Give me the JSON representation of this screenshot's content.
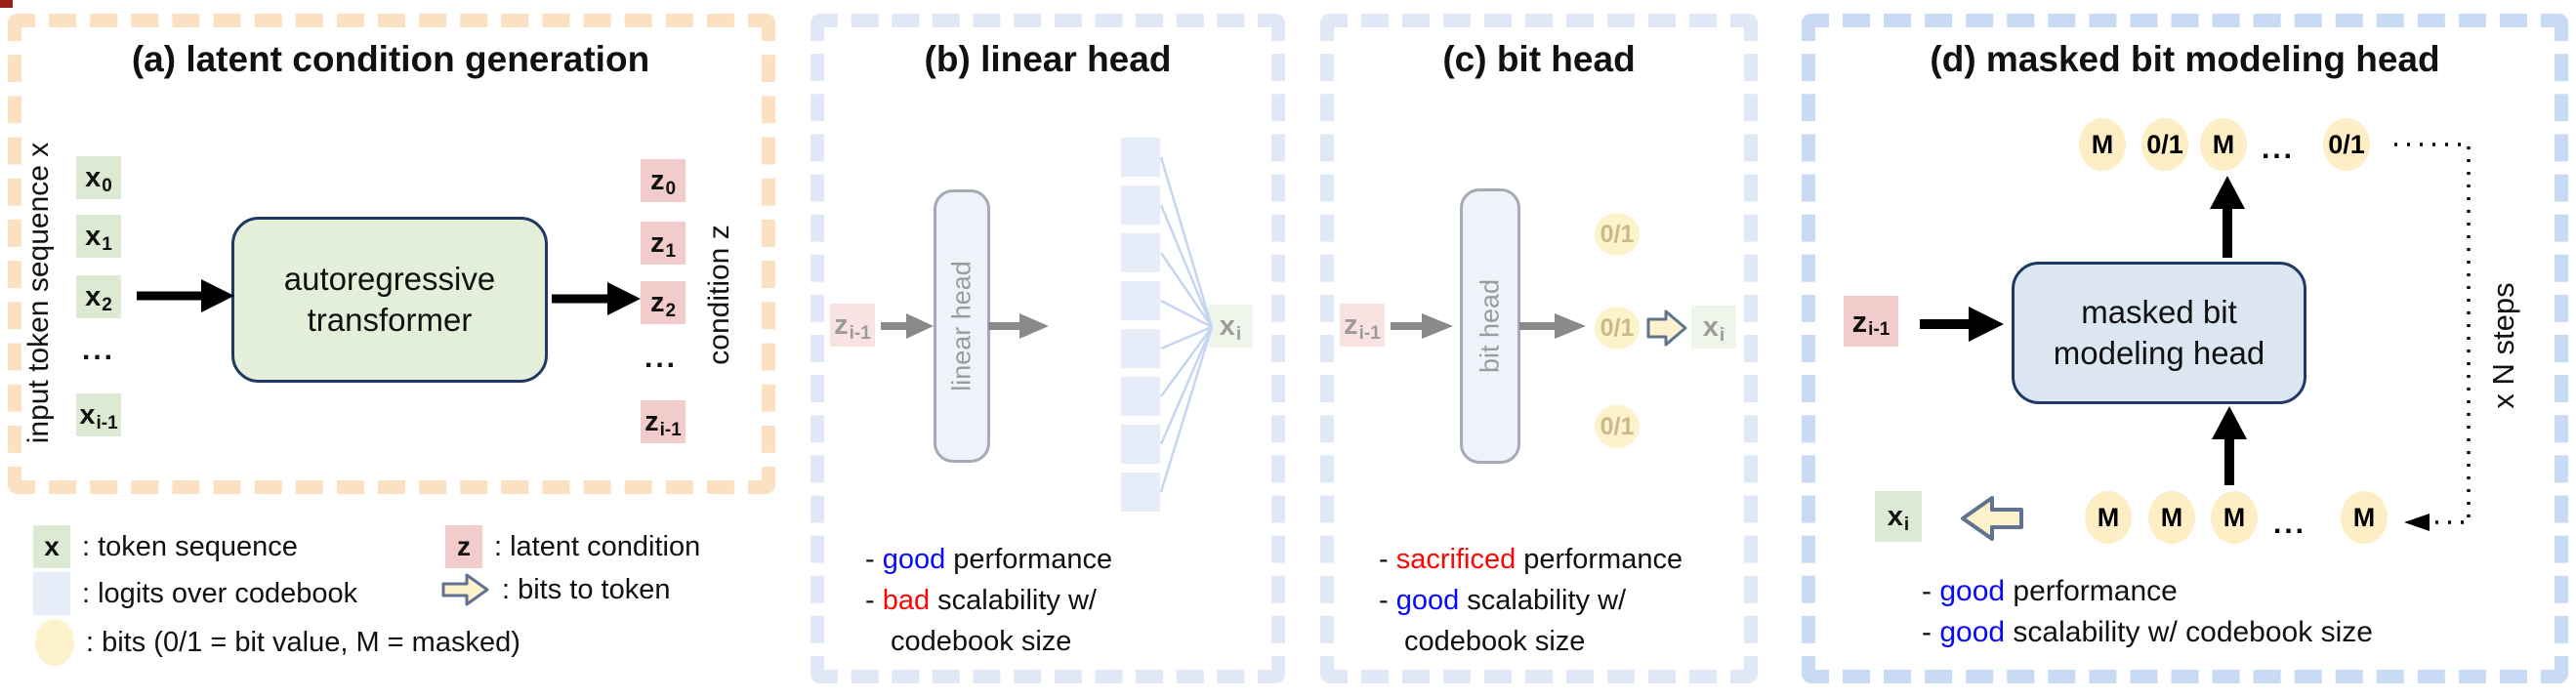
{
  "colors": {
    "peach": "#fbe1c2",
    "pale-blue": "#e0e8f7",
    "vivid-blue": "#c9daf5",
    "green": "#dcead3",
    "green-faded": "#eff5ea",
    "pink": "#f2cccb",
    "pink-faded": "#f9e3e2",
    "logits": "#e7edf8",
    "yellow": "#fdf2cb",
    "yellow-strong": "#fdeec6",
    "navy": "#1f3864",
    "green-box": "#e3efd9",
    "blue-box": "#dbe6f2",
    "gray-arrow": "#8a8a8a",
    "gray-text": "#9b9b9b",
    "fan": "#c7d6f0",
    "good": "#0909ff",
    "bad": "#fe0606",
    "tan": "#c9b98e"
  },
  "panel_a": {
    "title": "(a) latent condition generation",
    "left_label": "input token sequence x",
    "right_label": "condition z",
    "x_tokens": [
      {
        "main": "x",
        "sub": "0"
      },
      {
        "main": "x",
        "sub": "1"
      },
      {
        "main": "x",
        "sub": "2"
      }
    ],
    "x_dots": "...",
    "x_last": {
      "main": "x",
      "sub": "i-1"
    },
    "box_line1": "autoregressive",
    "box_line2": "transformer",
    "z_tokens": [
      {
        "main": "z",
        "sub": "0"
      },
      {
        "main": "z",
        "sub": "1"
      },
      {
        "main": "z",
        "sub": "2"
      }
    ],
    "z_dots": "...",
    "z_last": {
      "main": "z",
      "sub": "i-1"
    }
  },
  "legend": {
    "x_swatch": "x",
    "x_label": ": token sequence",
    "z_swatch": "z",
    "z_label": ": latent condition",
    "logits_label": ": logits over codebook",
    "bits_arrow_label": ": bits to token",
    "bits_label": ": bits (0/1 = bit value, M = masked)"
  },
  "panel_b": {
    "title": "(b) linear head",
    "z_in": {
      "main": "z",
      "sub": "i-1"
    },
    "head_label": "linear head",
    "x_out": {
      "main": "x",
      "sub": "i"
    },
    "notes": [
      {
        "prefix": "- ",
        "word": "good",
        "rest": " performance"
      },
      {
        "prefix": "- ",
        "word": "bad",
        "rest": " scalability w/"
      },
      {
        "cont": "codebook size"
      }
    ]
  },
  "panel_c": {
    "title": "(c) bit head",
    "z_in": {
      "main": "z",
      "sub": "i-1"
    },
    "head_label": "bit head",
    "bits": [
      "0/1",
      "0/1",
      "0/1"
    ],
    "x_out": {
      "main": "x",
      "sub": "i"
    },
    "notes": [
      {
        "prefix": "- ",
        "word": "sacrificed",
        "rest": " performance"
      },
      {
        "prefix": "- ",
        "word": "good",
        "rest": " scalability w/"
      },
      {
        "cont": "codebook size"
      }
    ]
  },
  "panel_d": {
    "title": "(d) masked bit modeling head",
    "top_bits": [
      "M",
      "0/1",
      "M",
      "...",
      "0/1"
    ],
    "box_line1": "masked bit",
    "box_line2": "modeling head",
    "steps_label": "x N steps",
    "z_in": {
      "main": "z",
      "sub": "i-1"
    },
    "x_out": {
      "main": "x",
      "sub": "i"
    },
    "bottom_bits": [
      "M",
      "M",
      "M",
      "...",
      "M"
    ],
    "notes": [
      {
        "prefix": "- ",
        "word": "good",
        "rest": " performance"
      },
      {
        "prefix": "- ",
        "word": "good",
        "rest": " scalability w/ codebook size"
      }
    ]
  }
}
